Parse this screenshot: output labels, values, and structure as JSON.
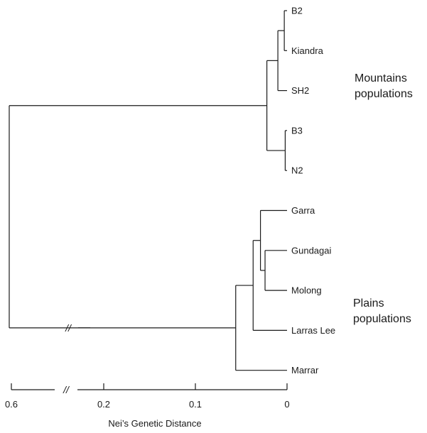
{
  "leaves": [
    {
      "id": "B2",
      "label": "B2"
    },
    {
      "id": "Kiandra",
      "label": "Kiandra"
    },
    {
      "id": "SH2",
      "label": "SH2"
    },
    {
      "id": "B3",
      "label": "B3"
    },
    {
      "id": "N2",
      "label": "N2"
    },
    {
      "id": "Garra",
      "label": "Garra"
    },
    {
      "id": "Gundagai",
      "label": "Gundagai"
    },
    {
      "id": "Molong",
      "label": "Molong"
    },
    {
      "id": "LarrasLee",
      "label": "Larras Lee"
    },
    {
      "id": "Marrar",
      "label": "Marrar"
    }
  ],
  "clusters": [
    {
      "id": "c_b2_kiandra",
      "children": [
        "B2",
        "Kiandra"
      ],
      "height": 0.003
    },
    {
      "id": "c_b2k_sh2",
      "children": [
        "c_b2_kiandra",
        "SH2"
      ],
      "height": 0.01
    },
    {
      "id": "c_b3_n2",
      "children": [
        "B3",
        "N2"
      ],
      "height": 0.002
    },
    {
      "id": "c_mountains",
      "children": [
        "c_b2k_sh2",
        "c_b3_n2"
      ],
      "height": 0.022
    },
    {
      "id": "c_gundagai_molong",
      "children": [
        "Gundagai",
        "Molong"
      ],
      "height": 0.024
    },
    {
      "id": "c_garra_gm",
      "children": [
        "Garra",
        "c_gundagai_molong"
      ],
      "height": 0.029
    },
    {
      "id": "c_gm_larras",
      "children": [
        "c_garra_gm",
        "LarrasLee"
      ],
      "height": 0.037
    },
    {
      "id": "c_plains",
      "children": [
        "c_gm_larras",
        "Marrar"
      ],
      "height": 0.056
    },
    {
      "id": "c_root",
      "children": [
        "c_mountains",
        "c_plains"
      ],
      "height": 0.6
    }
  ],
  "groups": [
    {
      "lines": [
        "Mountains",
        "populations"
      ]
    },
    {
      "lines": [
        "Plains",
        "populations"
      ]
    }
  ],
  "axis": {
    "title": "Nei’s Genetic Distance",
    "ticks": [
      {
        "value": 0.6,
        "label": "0.6"
      },
      {
        "value": 0.2,
        "label": "0.2"
      },
      {
        "value": 0.1,
        "label": "0.1"
      },
      {
        "value": 0,
        "label": "0"
      }
    ],
    "break_between": [
      0.6,
      0.2
    ],
    "break_mark": "//"
  }
}
